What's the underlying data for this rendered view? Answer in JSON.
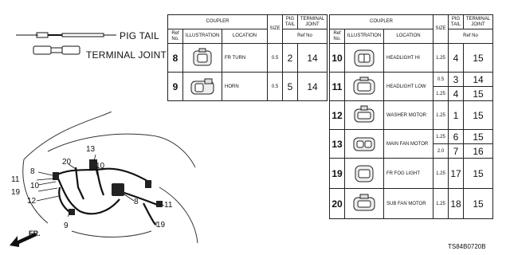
{
  "legend": {
    "pig_tail": "PIG TAIL",
    "terminal_joint": "TERMINAL JOINT"
  },
  "headers": {
    "coupler": "COUPLER",
    "size": "SIZE",
    "pig_tail": "PIG TAIL",
    "terminal_joint": "TERMINAL JOINT",
    "ref_no": "Ref No.",
    "illustration": "ILLUSTRATION",
    "location": "LOCATION",
    "ref_no_span": "Ref No"
  },
  "left_table": {
    "rows": [
      {
        "ref": "8",
        "location": "FR TURN",
        "size": "0.5",
        "pig_tail": "2",
        "terminal_joint": "14"
      },
      {
        "ref": "9",
        "location": "HORN",
        "size": "0.5",
        "pig_tail": "5",
        "terminal_joint": "14"
      }
    ]
  },
  "right_table": {
    "rows": [
      {
        "ref": "10",
        "location": "HEADLIGHT HI",
        "sizes": [
          "1.25"
        ],
        "pig_tails": [
          "4"
        ],
        "terminal_joints": [
          "15"
        ]
      },
      {
        "ref": "11",
        "location": "HEADLIGHT LOW",
        "sizes": [
          "0.5",
          "1.25"
        ],
        "pig_tails": [
          "3",
          "4"
        ],
        "terminal_joints": [
          "14",
          "15"
        ]
      },
      {
        "ref": "12",
        "location": "WASHER MOTOR",
        "sizes": [
          "1.25"
        ],
        "pig_tails": [
          "1"
        ],
        "terminal_joints": [
          "15"
        ]
      },
      {
        "ref": "13",
        "location": "MAIN FAN MOTOR",
        "sizes": [
          "1.25",
          "2.0"
        ],
        "pig_tails": [
          "6",
          "7"
        ],
        "terminal_joints": [
          "15",
          "16"
        ]
      },
      {
        "ref": "19",
        "location": "FR FOG LIGHT",
        "sizes": [
          "1.25"
        ],
        "pig_tails": [
          "17"
        ],
        "terminal_joints": [
          "15"
        ]
      },
      {
        "ref": "20",
        "location": "SUB FAN MOTOR",
        "sizes": [
          "1.25"
        ],
        "pig_tails": [
          "18"
        ],
        "terminal_joints": [
          "15"
        ]
      }
    ]
  },
  "callouts": [
    "13",
    "10",
    "20",
    "8",
    "11",
    "10",
    "19",
    "12",
    "9",
    "8",
    "11",
    "19"
  ],
  "fr_label": "FR.",
  "part_number": "TS84B0720B"
}
